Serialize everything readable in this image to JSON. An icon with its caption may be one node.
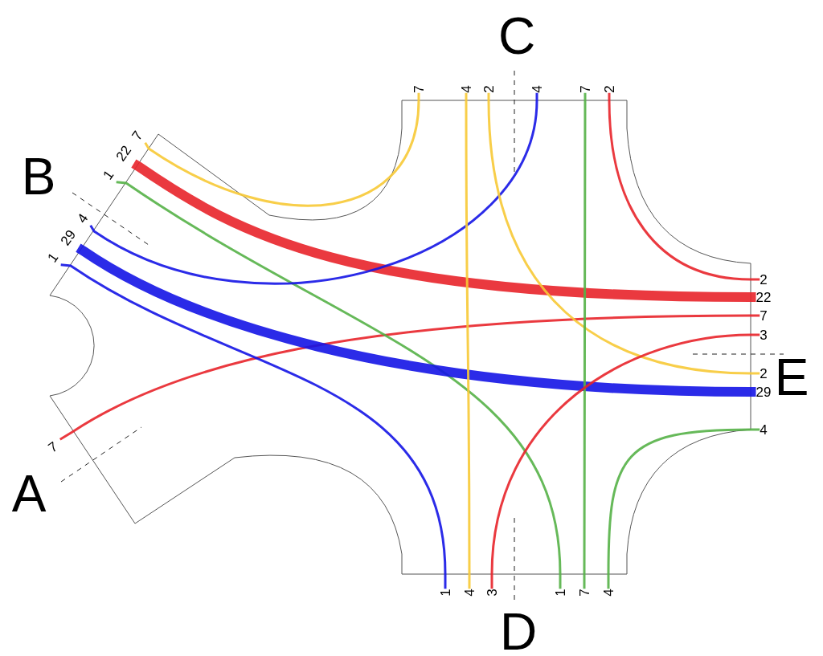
{
  "diagram": {
    "nodes": [
      {
        "text": [
          "7"
        ]
      },
      {
        "text": [
          "4"
        ]
      },
      {
        "text": [
          "2"
        ]
      },
      {
        "text": [
          "4"
        ]
      },
      {
        "text": [
          "7"
        ]
      },
      {
        "text": [
          "2"
        ]
      },
      {
        "text": [
          "7"
        ]
      },
      {
        "text": [
          "22"
        ]
      },
      {
        "text": [
          "1"
        ]
      },
      {
        "text": [
          "4"
        ]
      },
      {
        "text": [
          "29"
        ]
      },
      {
        "text": [
          "1"
        ]
      },
      {
        "text": [
          "2"
        ]
      },
      {
        "text": [
          "22"
        ]
      },
      {
        "text": [
          "7"
        ]
      },
      {
        "text": [
          "3"
        ]
      },
      {
        "text": [
          "2"
        ]
      },
      {
        "text": [
          "29"
        ]
      },
      {
        "text": [
          "4"
        ]
      },
      {
        "text": [
          "7"
        ]
      },
      {
        "text": [
          "1"
        ]
      },
      {
        "text": [
          "4"
        ]
      },
      {
        "text": [
          "3"
        ]
      },
      {
        "text": [
          "1"
        ]
      },
      {
        "text": [
          "7"
        ]
      },
      {
        "text": [
          "4"
        ]
      }
    ],
    "edges": [
      {
        "from": 19,
        "to": 14,
        "arrow": "none",
        "color": "#e8232a"
      },
      {
        "from": 7,
        "to": 13,
        "arrow": "none",
        "color": "#e8232a",
        "style": "thick"
      },
      {
        "from": 6,
        "to": 0,
        "arrow": "none",
        "color": "#f7c935"
      },
      {
        "from": 8,
        "to": 23,
        "arrow": "none",
        "color": "#55b147"
      },
      {
        "from": 9,
        "to": 3,
        "arrow": "none",
        "color": "#1414e6"
      },
      {
        "from": 10,
        "to": 17,
        "arrow": "none",
        "color": "#1414e6",
        "style": "thick"
      },
      {
        "from": 11,
        "to": 20,
        "arrow": "none",
        "color": "#1414e6"
      },
      {
        "from": 1,
        "to": 21,
        "arrow": "none",
        "color": "#f7c935"
      },
      {
        "from": 2,
        "to": 16,
        "arrow": "none",
        "color": "#f7c935"
      },
      {
        "from": 5,
        "to": 12,
        "arrow": "none",
        "color": "#e8232a"
      },
      {
        "from": 4,
        "to": 24,
        "arrow": "none",
        "color": "#55b147"
      },
      {
        "from": 22,
        "to": 15,
        "arrow": "none",
        "color": "#e8232a"
      },
      {
        "from": 18,
        "to": 25,
        "arrow": "none",
        "color": "#55b147"
      }
    ],
    "labels": [
      "C",
      "B",
      "E",
      "A",
      "D"
    ]
  }
}
